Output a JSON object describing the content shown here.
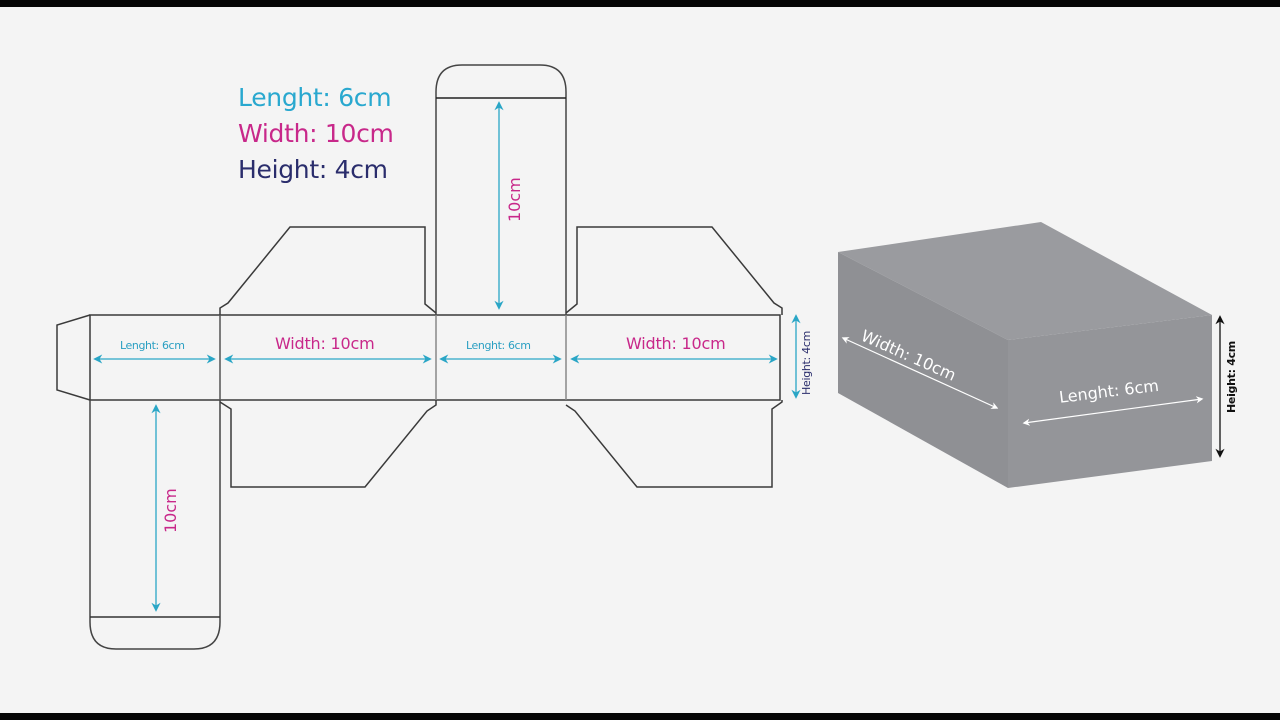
{
  "legend": {
    "length": "Lenght: 6cm",
    "width": "Width: 10cm",
    "height": "Height: 4cm"
  },
  "net": {
    "panel_labels": {
      "left_length": "Lenght: 6cm",
      "width_1": "Width: 10cm",
      "center_length": "Lenght: 6cm",
      "width_2": "Width: 10cm",
      "height": "Height: 4cm"
    },
    "top_flap_label": "10cm",
    "bottom_flap_label": "10cm"
  },
  "box3d": {
    "width_label": "Width: 10cm",
    "length_label": "Lenght: 6cm",
    "height_label": "Height: 4cm"
  },
  "colors": {
    "background": "#f4f4f4",
    "length_cyan": "#29a8cf",
    "width_magenta": "#c8288a",
    "height_navy": "#2a2d6c",
    "box_top": "#9a9b9f",
    "box_front": "#939498",
    "box_side": "#8e8f93",
    "outline": "#3a3a3a"
  }
}
